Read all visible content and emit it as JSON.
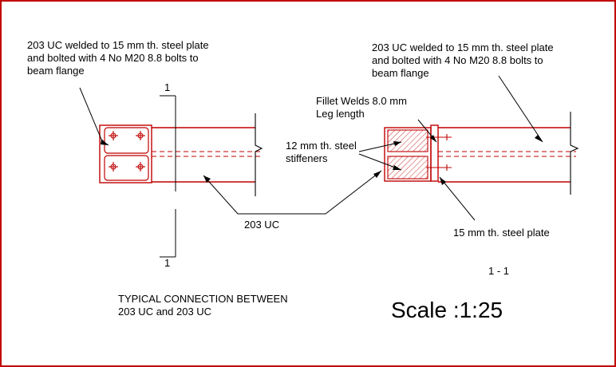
{
  "notes": {
    "left_weld": [
      "203 UC welded to 15 mm th. steel plate",
      "and bolted with 4 No M20 8.8 bolts to",
      "beam flange"
    ],
    "right_weld": [
      "203 UC  welded to 15 mm th. steel plate",
      "and bolted with 4 No M20 8.8 bolts to",
      "beam flange"
    ],
    "fillet": [
      "Fillet Welds 8.0 mm",
      "Leg length"
    ],
    "stiffeners": [
      "12 mm th. steel",
      "stiffeners"
    ],
    "member": "203 UC",
    "plate": "15 mm th. steel plate",
    "section_mark": "1",
    "section_title": "1 - 1",
    "title": [
      "TYPICAL CONNECTION BETWEEN",
      "203 UC and  203 UC"
    ],
    "scale": "Scale :1:25"
  },
  "colors": {
    "red": "#c00000",
    "black": "#000000"
  }
}
